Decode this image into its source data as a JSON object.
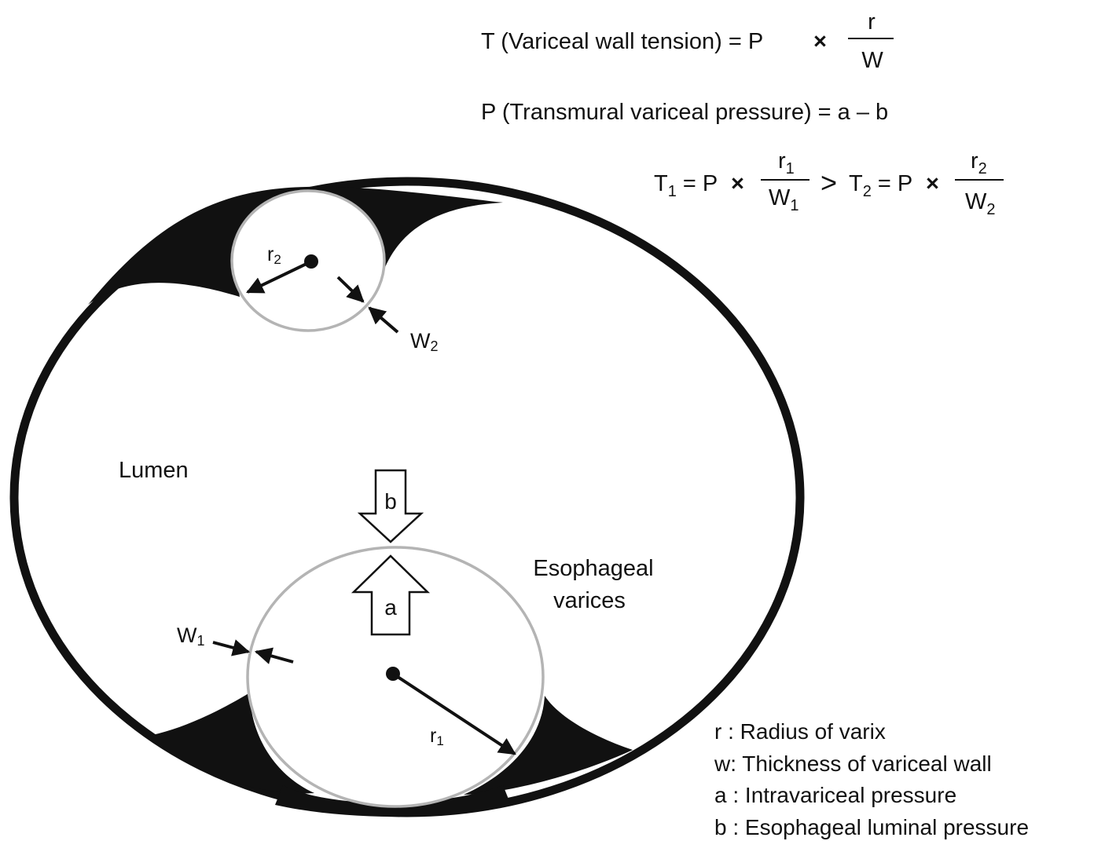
{
  "formulas": {
    "tension_lhs": "T (Variceal wall tension) = P",
    "times": "×",
    "r": "r",
    "w": "W",
    "pressure": "P (Transmural variceal pressure) = a – b",
    "t1_lhs": "T",
    "t1_sub": "1",
    "eq_p": " = P",
    "r1": "r",
    "r1_sub": "1",
    "w1": "W",
    "w1_sub": "1",
    "gt": ">",
    "t2_lhs": "T",
    "t2_sub": "2",
    "eq_p2": " = P",
    "r2": "r",
    "r2_sub": "2",
    "w2": "W",
    "w2_sub": "2"
  },
  "diagram": {
    "lumen": "Lumen",
    "varices_line1": "Esophageal",
    "varices_line2": "varices",
    "r2_label": "r",
    "r2_sub": "2",
    "w2_label": "W",
    "w2_sub": "2",
    "r1_label": "r",
    "r1_sub": "1",
    "w1_label": "W",
    "w1_sub": "1",
    "arrow_b": "b",
    "arrow_a": "a"
  },
  "legend": [
    "r : Radius of varix",
    "w: Thickness of variceal wall",
    "a : Intravariceal pressure",
    "b : Esophageal luminal pressure"
  ],
  "colors": {
    "wall": "#111111",
    "varix_outline": "#b4b4b4",
    "text": "#111111",
    "background": "#ffffff"
  }
}
